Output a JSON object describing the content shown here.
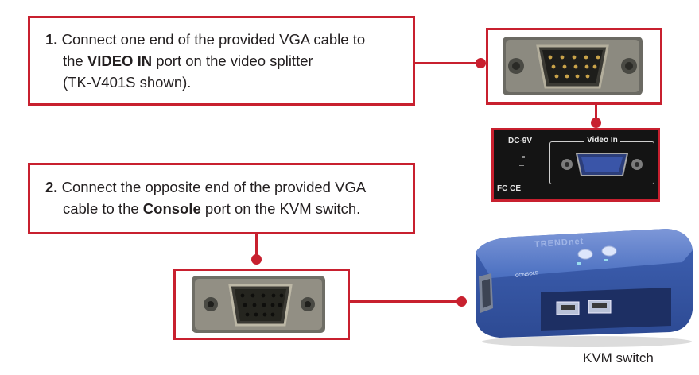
{
  "step1": {
    "number": "1.",
    "line1": "Connect one end of the provided VGA cable to",
    "line2_prefix": "the ",
    "line2_bold": "VIDEO IN",
    "line2_suffix": " port on the video splitter",
    "line3": "(TK-V401S shown)."
  },
  "step2": {
    "number": "2.",
    "line1": "Connect the opposite end of the provided VGA",
    "line2_prefix": "cable to the ",
    "line2_bold": "Console",
    "line2_suffix": " port on the KVM switch."
  },
  "splitter_panel": {
    "dc_label": "DC-9V",
    "video_in_label": "Video In",
    "cert_label": "FC CE"
  },
  "kvm": {
    "caption": "KVM switch",
    "console_label": "CONSOLE",
    "brand": "TRENDnet"
  },
  "colors": {
    "accent_red": "#c8202f",
    "kvm_blue": "#4a6fc0"
  }
}
